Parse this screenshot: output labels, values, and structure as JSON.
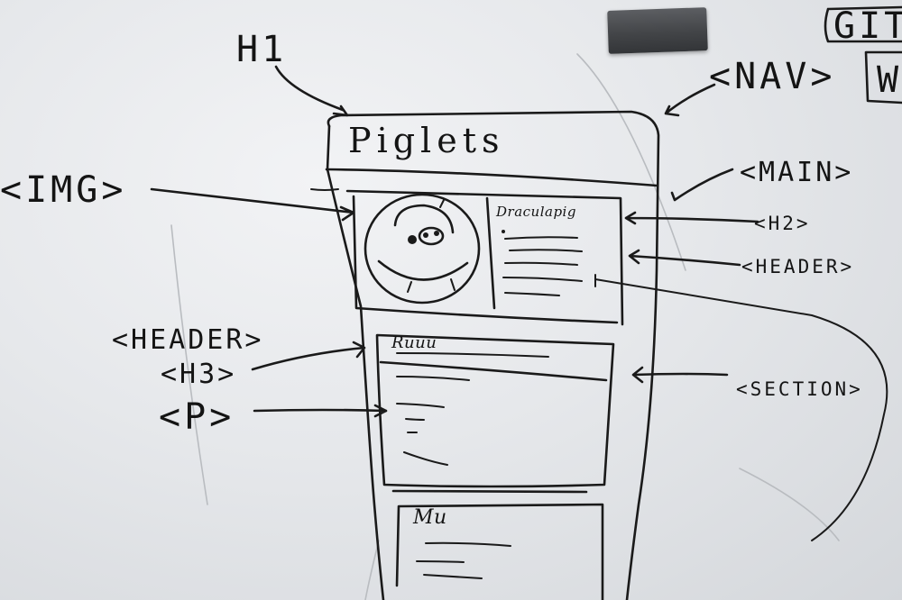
{
  "whiteboard": {
    "annotations": {
      "h1": "H1",
      "img": "<IMG>",
      "nav": "<NAV>",
      "main": "<MAIN>",
      "h2": "<H2>",
      "header_right": "<HEADER>",
      "header_left": "<HEADER>",
      "h3": "<H3>",
      "p": "<P>",
      "section": "<SECTION>",
      "corner_top": "GIT",
      "corner_box": "W"
    },
    "sketch": {
      "site_title": "Piglets",
      "card_title": "Draculapig",
      "section_title": "Ruuu",
      "lower_section_title": "Mu"
    }
  }
}
